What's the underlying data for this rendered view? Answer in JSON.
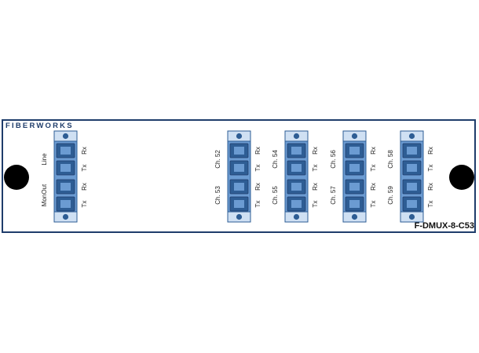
{
  "brand": "FIBERWORKS",
  "model": "F-DMUX-8-C53",
  "colors": {
    "panel_border": "#1f3d6b",
    "adapter_fill": "#6b9bd2",
    "adapter_dark": "#2e5d94",
    "cap_fill": "#cfe0f3",
    "hole": "#000000"
  },
  "icons": [
    "mounting-hole-icon",
    "lc-duplex-adapter-icon"
  ],
  "line_group": {
    "port_groups": [
      {
        "label": "Line",
        "ports": [
          "Rx",
          "Tx"
        ]
      },
      {
        "label": "MonOut",
        "ports": [
          "Rx",
          "Tx"
        ]
      }
    ]
  },
  "channel_groups": [
    {
      "port_groups": [
        {
          "label": "Ch. 52",
          "ports": [
            "Rx",
            "Tx"
          ]
        },
        {
          "label": "Ch. 53",
          "ports": [
            "Rx",
            "Tx"
          ]
        }
      ]
    },
    {
      "port_groups": [
        {
          "label": "Ch. 54",
          "ports": [
            "Rx",
            "Tx"
          ]
        },
        {
          "label": "Ch. 55",
          "ports": [
            "Rx",
            "Tx"
          ]
        }
      ]
    },
    {
      "port_groups": [
        {
          "label": "Ch. 56",
          "ports": [
            "Rx",
            "Tx"
          ]
        },
        {
          "label": "Ch. 57",
          "ports": [
            "Rx",
            "Tx"
          ]
        }
      ]
    },
    {
      "port_groups": [
        {
          "label": "Ch. 58",
          "ports": [
            "Rx",
            "Tx"
          ]
        },
        {
          "label": "Ch. 59",
          "ports": [
            "Rx",
            "Tx"
          ]
        }
      ]
    }
  ]
}
